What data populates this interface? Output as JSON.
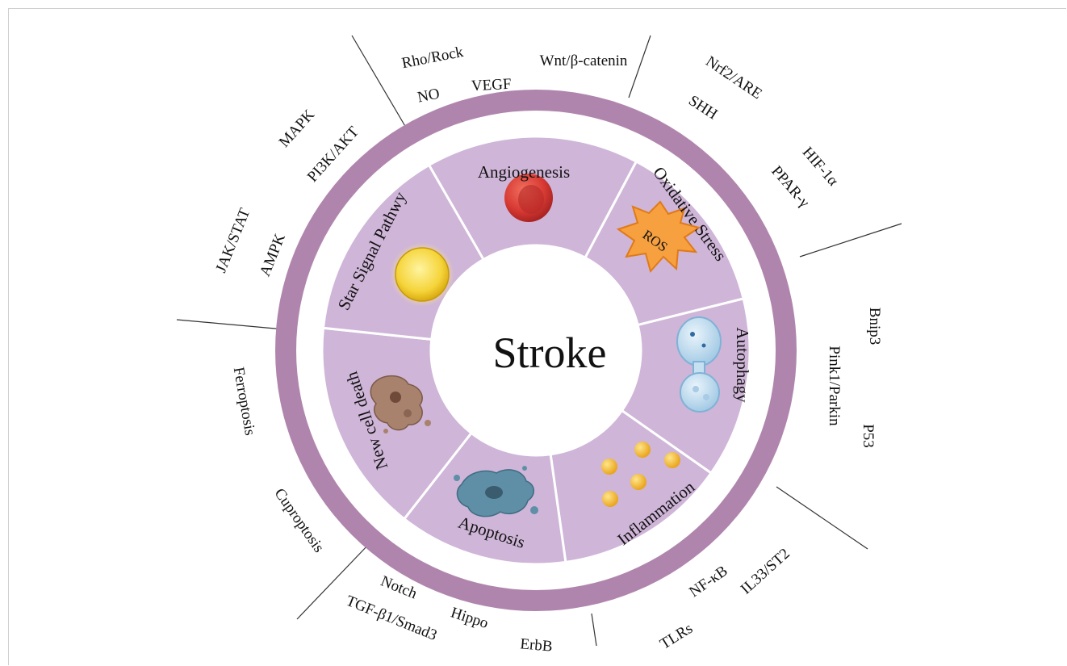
{
  "diagram": {
    "center_label": "Stroke",
    "colors": {
      "ring": "#b085ad",
      "segment": "#cfb5d8",
      "segment_border": "#ffffff",
      "center": "#ffffff",
      "leader_line": "#333333"
    },
    "segments": [
      {
        "label": "Angiogenesis",
        "icon": "red-blood-cell-icon"
      },
      {
        "label": "Oxidative Stress",
        "icon": "ros-burst-icon",
        "icon_text": "ROS"
      },
      {
        "label": "Autophagy",
        "icon": "autophagosome-icon"
      },
      {
        "label": "Inflammation",
        "icon": "inflammatory-particles-icon"
      },
      {
        "label": "Apoptosis",
        "icon": "apoptotic-cell-icon"
      },
      {
        "label": "New cell death",
        "icon": "dying-cell-icon"
      },
      {
        "label": "Star Signal Pathwy",
        "icon": "glowing-sphere-icon"
      }
    ],
    "outer_labels": {
      "angiogenesis": [
        "Rho/Rock",
        "Wnt/β-catenin",
        "NO",
        "VEGF"
      ],
      "oxidative_stress": [
        "Nrf2/ARE",
        "SHH",
        "HIF-1α",
        "PPAR-γ"
      ],
      "autophagy": [
        "Bnip3",
        "Pink1/Parkin",
        "P53"
      ],
      "inflammation": [
        "IL33/ST2",
        "NF-κB",
        "TLRs"
      ],
      "apoptosis": [
        "Notch",
        "Hippo",
        "ErbB",
        "TGF-β1/Smad3"
      ],
      "new_cell_death": [
        "Ferroptosis",
        "Cuproptosis"
      ],
      "signal_pathway": [
        "MAPK",
        "PI3K/AKT",
        "JAK/STAT",
        "AMPK"
      ]
    }
  }
}
